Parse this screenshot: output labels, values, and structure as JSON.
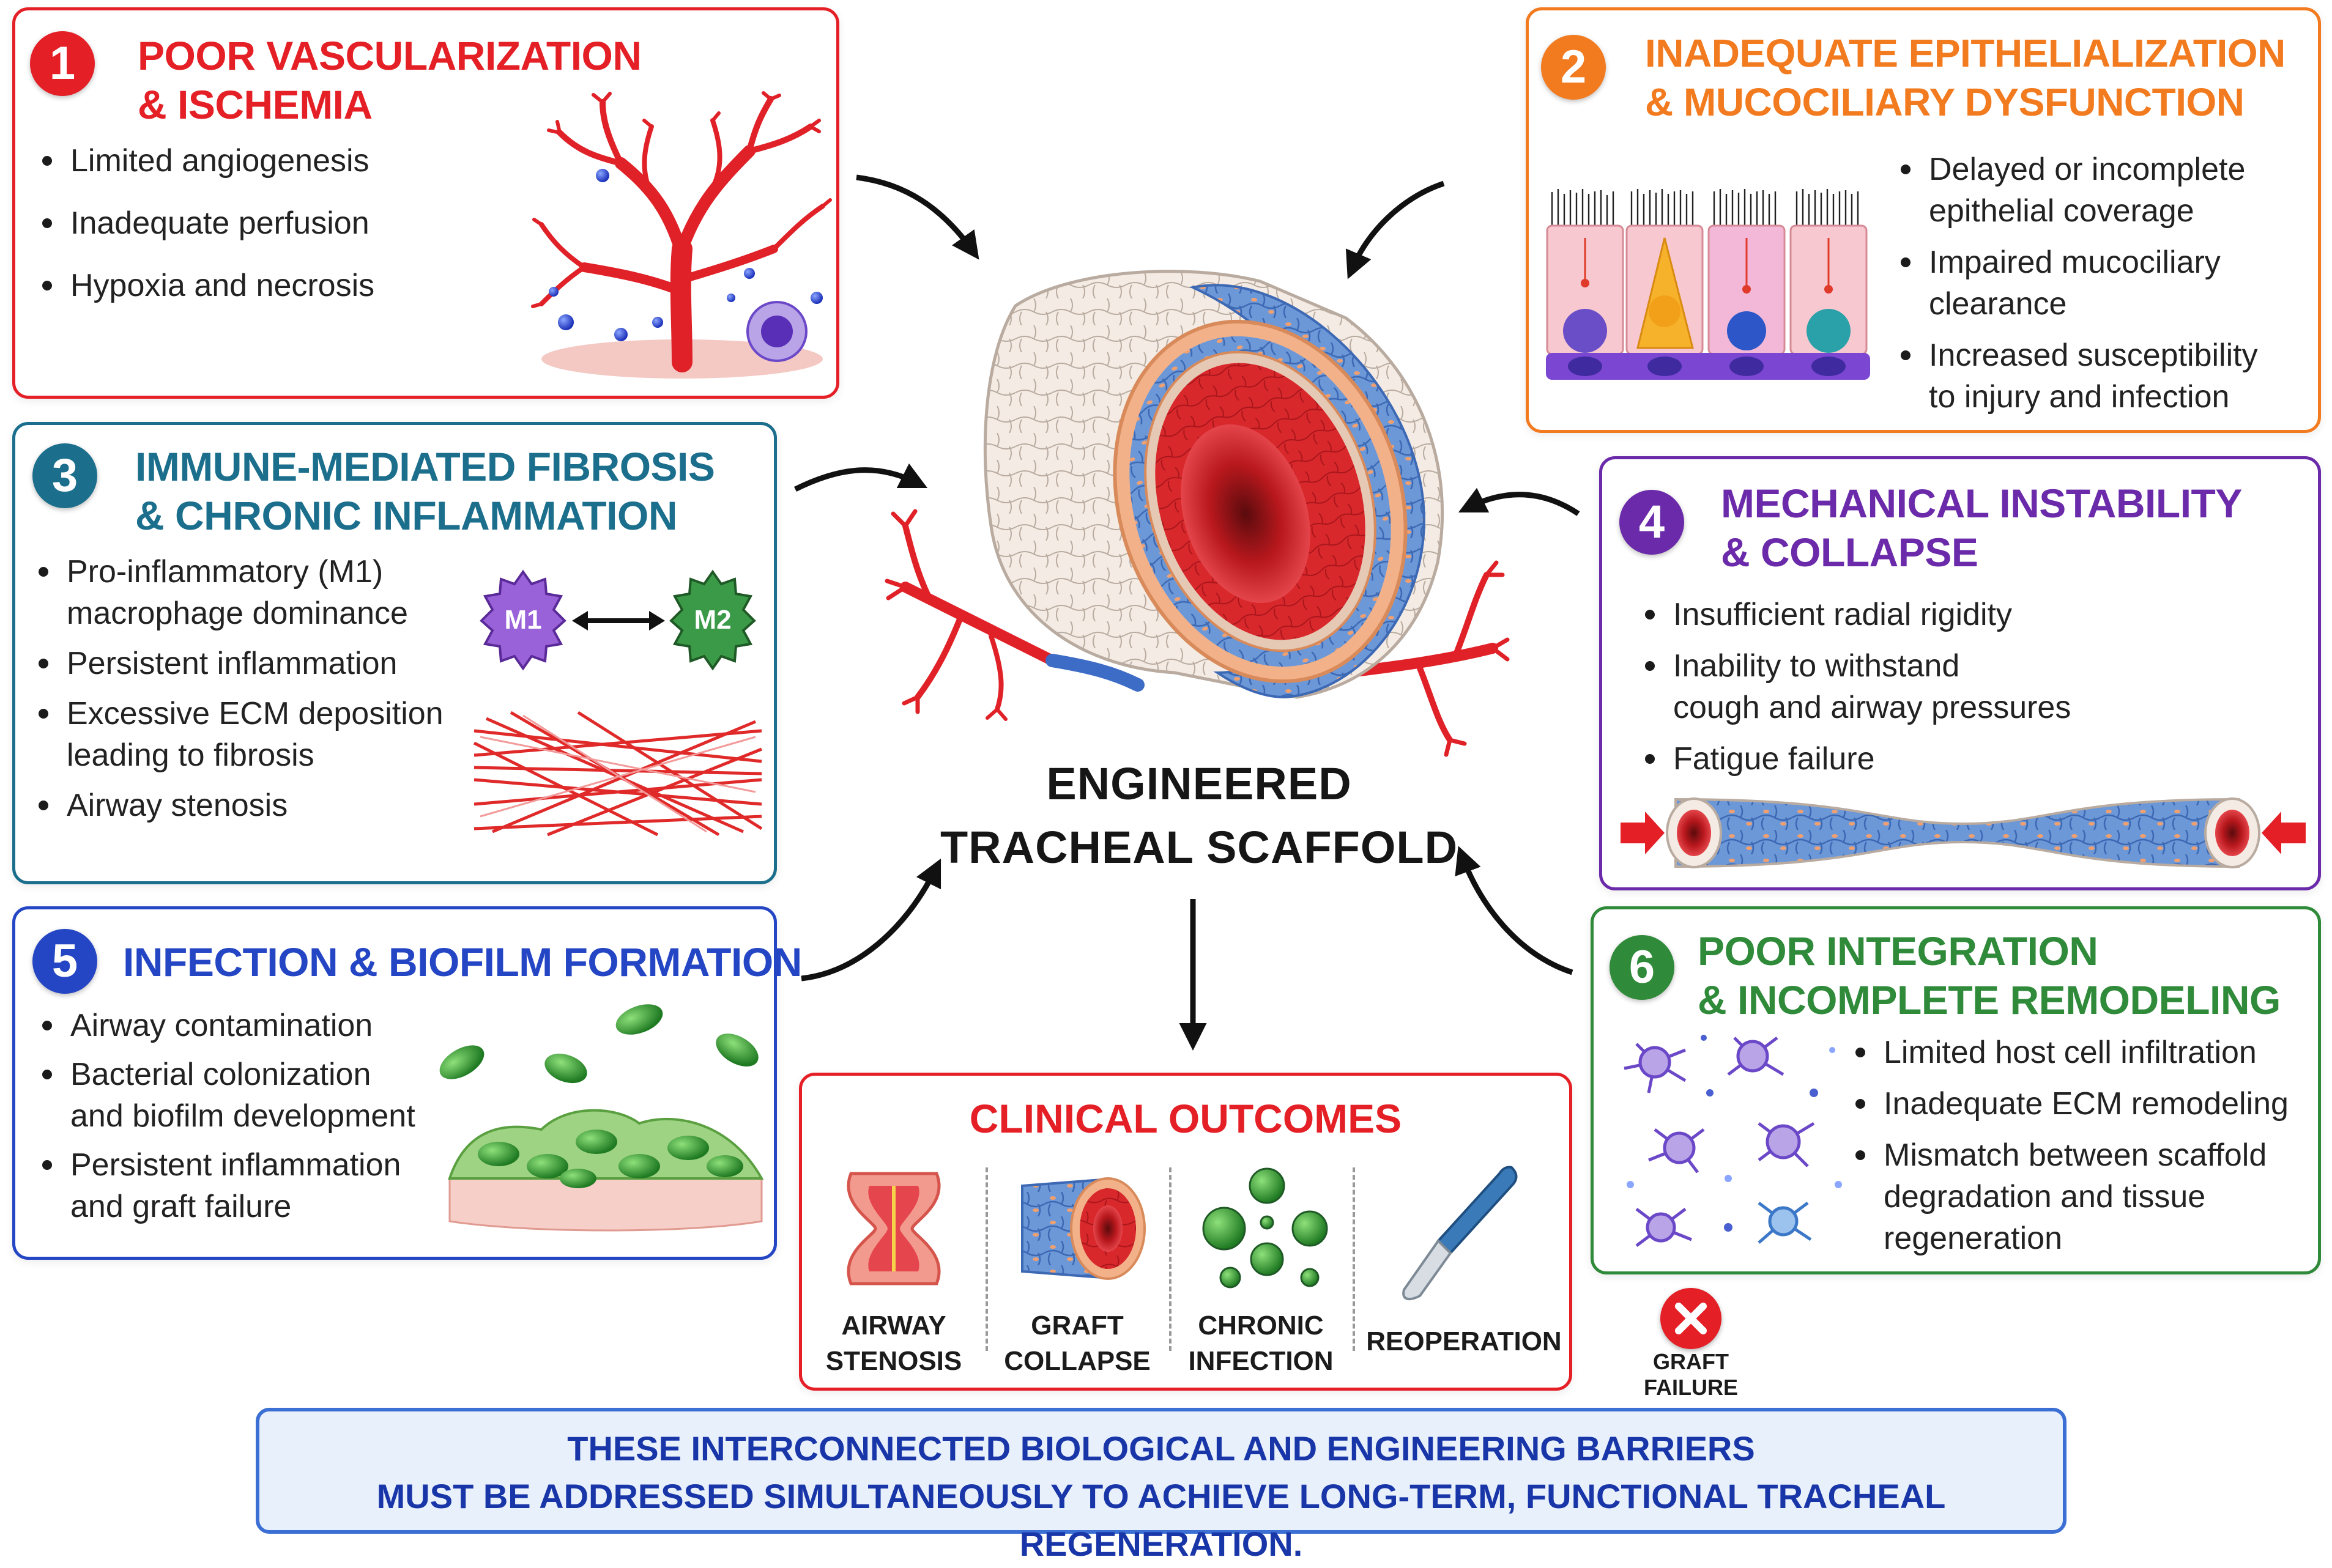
{
  "colors": {
    "red": "#e41f26",
    "orange": "#f27a1f",
    "teal": "#1c6f8c",
    "purple": "#6a2aa9",
    "blue": "#2446c4",
    "green": "#2f8a3a",
    "footer_text": "#1936a8"
  },
  "center": {
    "title_line1": "ENGINEERED",
    "title_line2": "TRACHEAL SCAFFOLD"
  },
  "panels": [
    {
      "number": "1",
      "title_line1": "POOR VASCULARIZATION",
      "title_line2": "& ISCHEMIA",
      "bullets": [
        {
          "l1": "Limited angiogenesis",
          "l2": ""
        },
        {
          "l1": "Inadequate perfusion",
          "l2": ""
        },
        {
          "l1": "Hypoxia and necrosis",
          "l2": ""
        }
      ]
    },
    {
      "number": "2",
      "title_line1": "INADEQUATE EPITHELIALIZATION",
      "title_line2": "& MUCOCILIARY DYSFUNCTION",
      "bullets": [
        {
          "l1": "Delayed or incomplete",
          "l2": "epithelial coverage"
        },
        {
          "l1": "Impaired mucociliary",
          "l2": "clearance"
        },
        {
          "l1": "Increased susceptibility",
          "l2": "to injury and infection"
        }
      ]
    },
    {
      "number": "3",
      "title_line1": "IMMUNE-MEDIATED FIBROSIS",
      "title_line2": "& CHRONIC INFLAMMATION",
      "bullets": [
        {
          "l1": "Pro-inflammatory (M1)",
          "l2": "macrophage dominance"
        },
        {
          "l1": "Persistent inflammation",
          "l2": ""
        },
        {
          "l1": "Excessive ECM deposition",
          "l2": "leading to fibrosis"
        },
        {
          "l1": "Airway stenosis",
          "l2": ""
        }
      ],
      "m1_label": "M1",
      "m2_label": "M2"
    },
    {
      "number": "4",
      "title_line1": "MECHANICAL INSTABILITY",
      "title_line2": "& COLLAPSE",
      "bullets": [
        {
          "l1": "Insufficient radial rigidity",
          "l2": ""
        },
        {
          "l1": "Inability to withstand",
          "l2": "cough and airway pressures"
        },
        {
          "l1": "Fatigue failure",
          "l2": ""
        }
      ]
    },
    {
      "number": "5",
      "title_line1": "INFECTION & BIOFILM FORMATION",
      "title_line2": "",
      "bullets": [
        {
          "l1": "Airway contamination",
          "l2": ""
        },
        {
          "l1": "Bacterial colonization",
          "l2": "and biofilm development"
        },
        {
          "l1": "Persistent inflammation",
          "l2": "and graft failure"
        }
      ]
    },
    {
      "number": "6",
      "title_line1": "POOR INTEGRATION",
      "title_line2": "& INCOMPLETE REMODELING",
      "bullets": [
        {
          "l1": "Limited host cell infiltration",
          "l2": ""
        },
        {
          "l1": "Inadequate ECM remodeling",
          "l2": ""
        },
        {
          "l1": "Mismatch between scaffold",
          "l2": "degradation and tissue",
          "l3": "regeneration"
        }
      ]
    }
  ],
  "outcomes": {
    "title": "CLINICAL OUTCOMES",
    "items": [
      {
        "l1": "AIRWAY",
        "l2": "STENOSIS"
      },
      {
        "l1": "GRAFT",
        "l2": "COLLAPSE"
      },
      {
        "l1": "CHRONIC",
        "l2": "INFECTION"
      },
      {
        "l1": "REOPERATION",
        "l2": ""
      }
    ]
  },
  "graft_failure": {
    "l1": "GRAFT",
    "l2": "FAILURE"
  },
  "footer": {
    "line1": "THESE INTERCONNECTED BIOLOGICAL AND ENGINEERING BARRIERS",
    "line2": "MUST BE ADDRESSED SIMULTANEOUSLY TO ACHIEVE LONG-TERM, FUNCTIONAL TRACHEAL REGENERATION."
  }
}
